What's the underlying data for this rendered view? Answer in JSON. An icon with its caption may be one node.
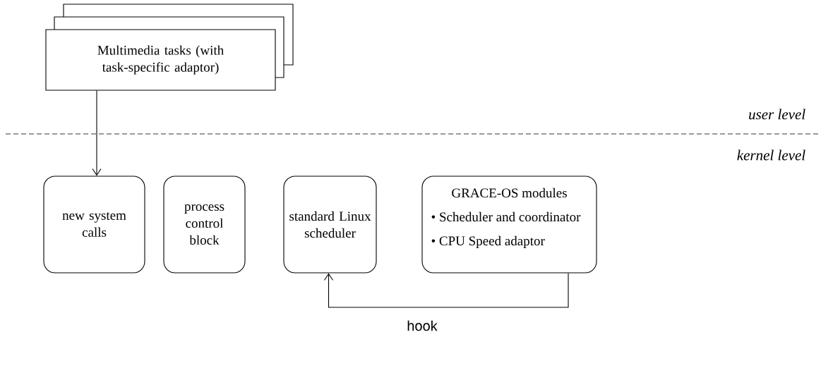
{
  "diagram": {
    "nodes": [
      {
        "text": [
          "Multimedia tasks (with task-specific adaptor)"
        ]
      },
      {
        "text": [
          "new system calls"
        ]
      },
      {
        "text": [
          "process control block"
        ]
      },
      {
        "text": [
          "standard Linux scheduler"
        ]
      },
      {
        "text": [
          "GRACE-OS modules",
          "• Scheduler and coordinator",
          "• CPU Speed adaptor"
        ]
      }
    ],
    "edges": [
      {
        "from": 0,
        "to": 1,
        "arrow": "to"
      },
      {
        "from": 4,
        "to": 3,
        "arrow": "to",
        "label": "hook"
      }
    ],
    "labels": [
      "user level",
      "kernel level"
    ]
  }
}
